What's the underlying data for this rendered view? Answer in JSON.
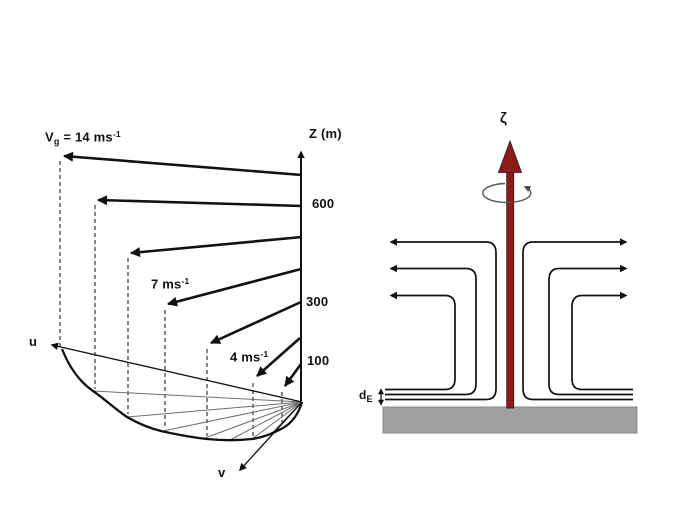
{
  "figure": {
    "left_diagram": {
      "description": "Ekman spiral wind hodograph",
      "geostrophic_wind_label": {
        "base": "V",
        "sub": "g",
        "rest": " = 14 ms",
        "sup": "-1"
      },
      "wind_7_label": {
        "rest": "7 ms",
        "sup": "-1"
      },
      "wind_4_label": {
        "rest": "4 ms",
        "sup": "-1"
      },
      "z_axis_label": "Z (m)",
      "z_ticks": [
        "600",
        "300",
        "100"
      ],
      "u_axis_label": "u",
      "v_axis_label": "v"
    },
    "right_diagram": {
      "description": "Ekman pumping around a vortex",
      "vorticity_symbol": "ζ",
      "ekman_depth_label": {
        "base": "d",
        "sub": "E"
      }
    },
    "colors": {
      "vorticity_arrow_red": "#8b1c1c",
      "vorticity_arrow_outline": "#380b0b",
      "ground_gray": "#a0a0a0",
      "line_black": "#111111",
      "fan_line_gray": "#6e6e6e",
      "rotation_gray": "#555555"
    }
  }
}
